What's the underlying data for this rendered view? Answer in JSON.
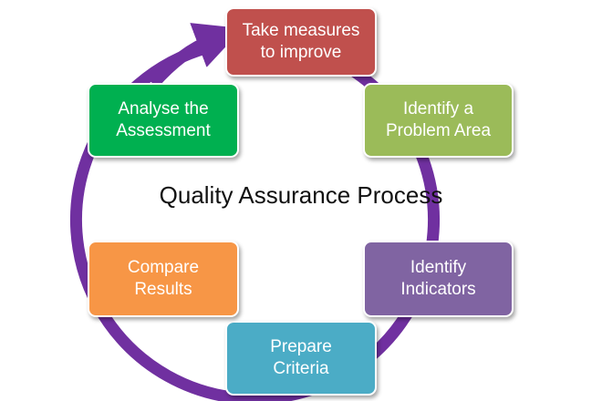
{
  "center_title": "Quality Assurance Process",
  "steps": [
    {
      "label": "Take measures\nto improve",
      "color": "#c0504d"
    },
    {
      "label": "Identify a\nProblem Area",
      "color": "#9bbb59"
    },
    {
      "label": "Identify\nIndicators",
      "color": "#8064a2"
    },
    {
      "label": "Prepare\nCriteria",
      "color": "#4bacc6"
    },
    {
      "label": "Compare\nResults",
      "color": "#f79646"
    },
    {
      "label": "Analyse the\nAssessment",
      "color": "#00b050"
    }
  ],
  "ring_color": "#7030a0"
}
